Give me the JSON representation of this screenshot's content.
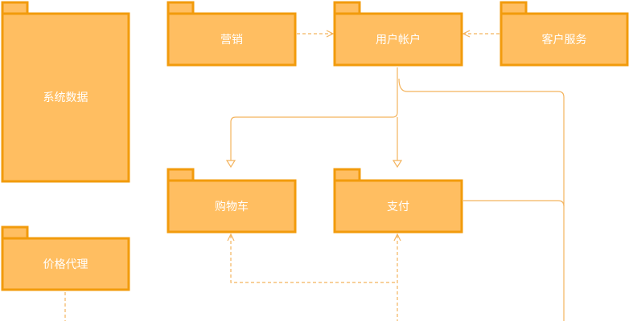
{
  "colors": {
    "package_fill": "#FFBE61",
    "package_border": "#F29B0C",
    "connector": "#F4B45E",
    "label": "#ffffff"
  },
  "packages": {
    "system_data": "系统数据",
    "marketing": "营销",
    "user_account": "用户帐户",
    "customer_service": "客户服务",
    "shopping_cart": "购物车",
    "payment": "支付",
    "price_agent": "价格代理"
  }
}
